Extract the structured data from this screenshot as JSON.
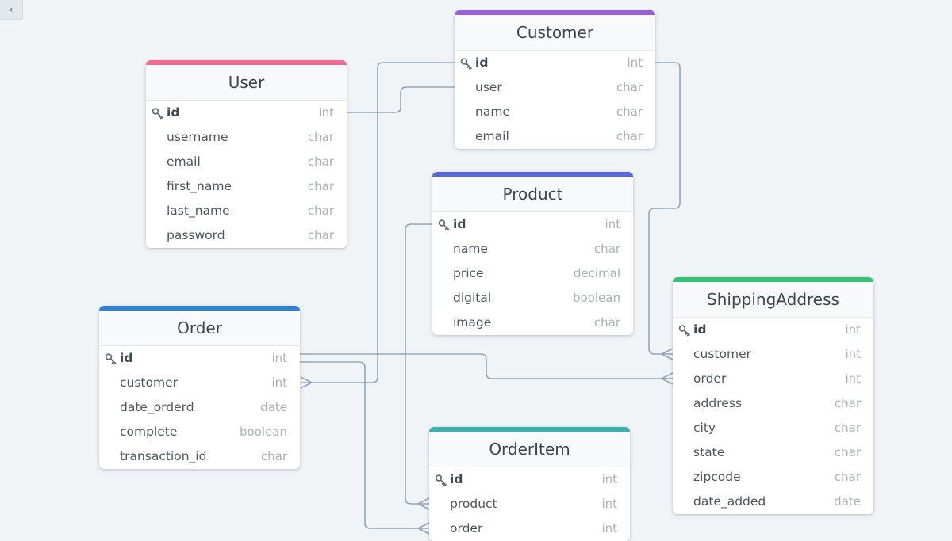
{
  "app": {
    "collapse_icon": "chevron-left-icon",
    "collapse_glyph": "‹"
  },
  "colors": {
    "background": "#f0f4f7",
    "connector": "#94a6b6",
    "User": "#ee6b91",
    "Customer": "#9b5de0",
    "Product": "#5a67d8",
    "Order": "#3182ce",
    "OrderItem": "#38b2ac",
    "ShippingAddress": "#38c172"
  },
  "tables": {
    "User": {
      "name": "User",
      "fields": [
        {
          "name": "id",
          "type": "int",
          "pk": true
        },
        {
          "name": "username",
          "type": "char"
        },
        {
          "name": "email",
          "type": "char"
        },
        {
          "name": "first_name",
          "type": "char"
        },
        {
          "name": "last_name",
          "type": "char"
        },
        {
          "name": "password",
          "type": "char"
        }
      ]
    },
    "Customer": {
      "name": "Customer",
      "fields": [
        {
          "name": "id",
          "type": "int",
          "pk": true
        },
        {
          "name": "user",
          "type": "char"
        },
        {
          "name": "name",
          "type": "char"
        },
        {
          "name": "email",
          "type": "char"
        }
      ]
    },
    "Product": {
      "name": "Product",
      "fields": [
        {
          "name": "id",
          "type": "int",
          "pk": true
        },
        {
          "name": "name",
          "type": "char"
        },
        {
          "name": "price",
          "type": "decimal"
        },
        {
          "name": "digital",
          "type": "boolean"
        },
        {
          "name": "image",
          "type": "char"
        }
      ]
    },
    "Order": {
      "name": "Order",
      "fields": [
        {
          "name": "id",
          "type": "int",
          "pk": true
        },
        {
          "name": "customer",
          "type": "int"
        },
        {
          "name": "date_orderd",
          "type": "date"
        },
        {
          "name": "complete",
          "type": "boolean"
        },
        {
          "name": "transaction_id",
          "type": "char"
        }
      ]
    },
    "OrderItem": {
      "name": "OrderItem",
      "fields": [
        {
          "name": "id",
          "type": "int",
          "pk": true
        },
        {
          "name": "product",
          "type": "int"
        },
        {
          "name": "order",
          "type": "int"
        }
      ]
    },
    "ShippingAddress": {
      "name": "ShippingAddress",
      "fields": [
        {
          "name": "id",
          "type": "int",
          "pk": true
        },
        {
          "name": "customer",
          "type": "int"
        },
        {
          "name": "order",
          "type": "int"
        },
        {
          "name": "address",
          "type": "char"
        },
        {
          "name": "city",
          "type": "char"
        },
        {
          "name": "state",
          "type": "char"
        },
        {
          "name": "zipcode",
          "type": "char"
        },
        {
          "name": "date_added",
          "type": "date"
        }
      ]
    }
  },
  "relationships": [
    {
      "from": "User.id",
      "to": "Customer.user",
      "cardinality": "one-to-one"
    },
    {
      "from": "Customer.id",
      "to": "Order.customer",
      "cardinality": "one-to-many"
    },
    {
      "from": "Customer.id",
      "to": "ShippingAddress.customer",
      "cardinality": "one-to-many"
    },
    {
      "from": "Order.id",
      "to": "ShippingAddress.order",
      "cardinality": "one-to-many"
    },
    {
      "from": "Order.id",
      "to": "OrderItem.order",
      "cardinality": "one-to-many"
    },
    {
      "from": "Product.id",
      "to": "OrderItem.product",
      "cardinality": "one-to-many"
    }
  ]
}
